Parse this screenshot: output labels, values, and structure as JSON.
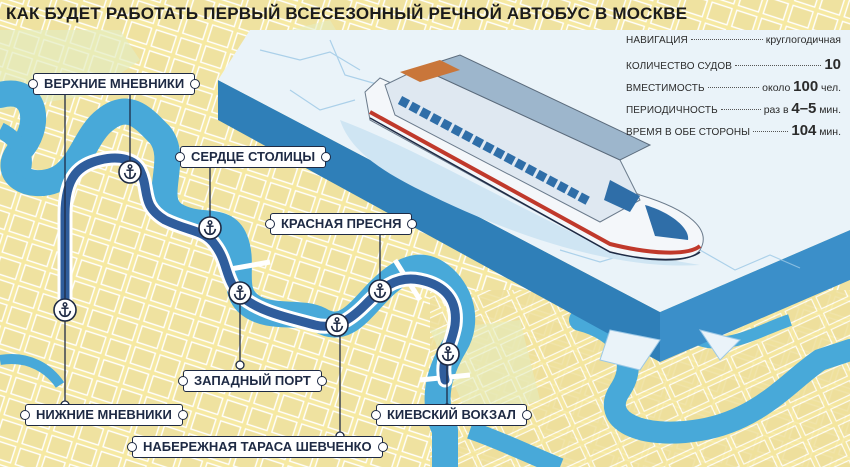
{
  "title": "КАК БУДЕТ РАБОТАТЬ ПЕРВЫЙ ВСЕСЕЗОННЫЙ РЕЧНОЙ АВТОБУС В МОСКВЕ",
  "colors": {
    "land": "#f6e9a2",
    "block": "#ece3a6",
    "water": "#48a9d9",
    "route": "#2f5d9c",
    "ice": "#eaf3f9",
    "ink": "#1e2a44"
  },
  "stations": [
    {
      "id": "verkhnie",
      "label": "ВЕРХНИЕ МНЕВНИКИ"
    },
    {
      "id": "serdtse",
      "label": "СЕРДЦЕ СТОЛИЦЫ"
    },
    {
      "id": "presnya",
      "label": "КРАСНАЯ ПРЕСНЯ"
    },
    {
      "id": "zapadny",
      "label": "ЗАПАДНЫЙ ПОРТ"
    },
    {
      "id": "nizhnie",
      "label": "НИЖНИЕ МНЕВНИКИ"
    },
    {
      "id": "kievsky",
      "label": "КИЕВСКИЙ ВОКЗАЛ"
    },
    {
      "id": "shevchenko",
      "label": "НАБЕРЕЖНАЯ ТАРАСА ШЕВЧЕНКО"
    }
  ],
  "info": {
    "navigation": {
      "label": "НАВИГАЦИЯ",
      "value": "круглогодичная"
    },
    "vessels": {
      "label": "КОЛИЧЕСТВО СУДОВ",
      "number": "10"
    },
    "capacity": {
      "label": "ВМЕСТИМОСТЬ",
      "prefix": "около",
      "number": "100",
      "unit": "чел."
    },
    "frequency": {
      "label": "ПЕРИОДИЧНОСТЬ",
      "prefix": "раз в",
      "number": "4–5",
      "unit": "мин."
    },
    "roundtrip": {
      "label": "ВРЕМЯ В ОБЕ СТОРОНЫ",
      "number": "104",
      "unit": "мин."
    }
  }
}
